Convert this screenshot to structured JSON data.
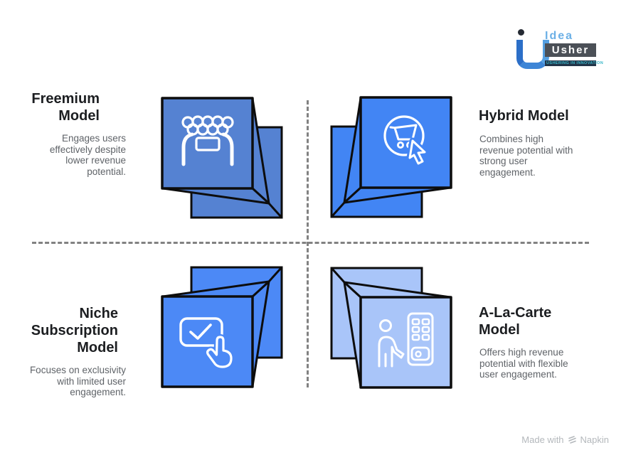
{
  "logo": {
    "brand_top": "Idea",
    "brand_bottom": "Usher",
    "tagline": "USHERING IN INNOVATION",
    "colors": {
      "dot": "#252a33",
      "u_left": "#2c6fc8",
      "u_right": "#55a0e2",
      "u_bottom": "#3d85d6",
      "idea_text": "#6cb0e6",
      "usher_bg": "#4b5057",
      "usher_text": "#ffffff",
      "tagline_bg": "#223448",
      "tagline_text": "#37b6c8"
    }
  },
  "divider": {
    "color": "#828282",
    "style": "dashed"
  },
  "quadrants": [
    {
      "id": "freemium",
      "title": "Freemium Model",
      "description": "Engages users effectively despite lower revenue potential.",
      "icon": "audience-icon",
      "cube_color": "#5582d2"
    },
    {
      "id": "hybrid",
      "title": "Hybrid Model",
      "description": "Combines high revenue potential with strong user engagement.",
      "icon": "cart-cursor-icon",
      "cube_color": "#4285f4"
    },
    {
      "id": "niche-subscription",
      "title": "Niche Subscription Model",
      "description": "Focuses on exclusivity with limited user engagement.",
      "icon": "checkbox-tap-icon",
      "cube_color": "#4c89f6"
    },
    {
      "id": "a-la-carte",
      "title": "A-La-Carte Model",
      "description": "Offers high revenue potential with flexible user engagement.",
      "icon": "person-vending-icon",
      "cube_color": "#a9c5f9"
    }
  ],
  "footer": {
    "made_with": "Made with",
    "brand": "Napkin"
  }
}
